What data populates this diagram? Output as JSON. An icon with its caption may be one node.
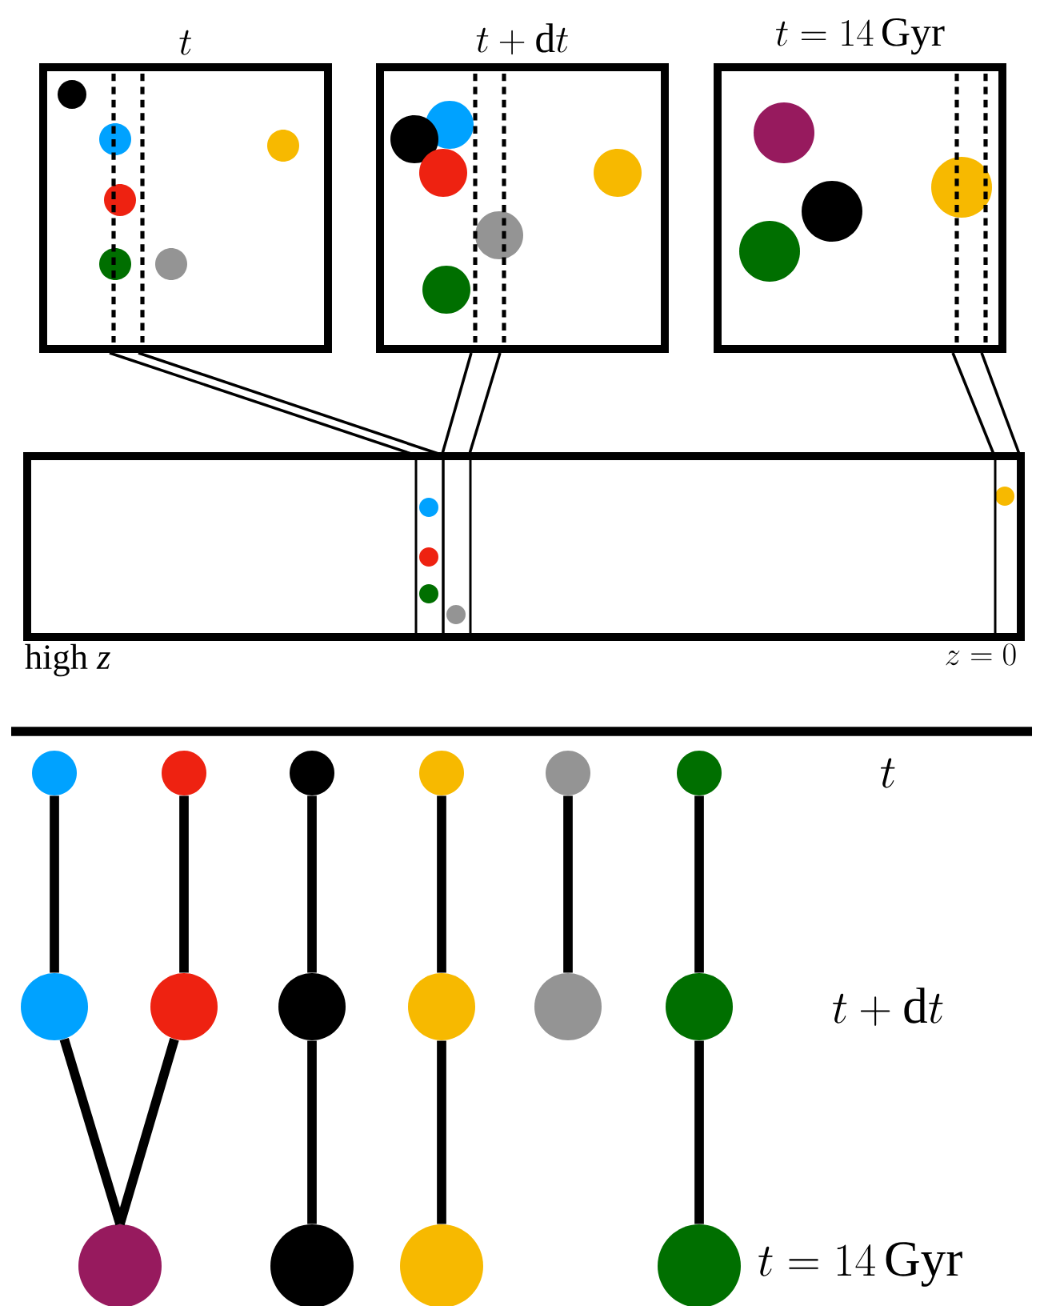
{
  "diagram": {
    "nodes": [
      {
        "text": [
          "t"
        ]
      },
      {
        "text": [
          "t + \\mathrm{d}t"
        ]
      },
      {
        "text": [
          "t = 14\\,\\mathrm{Gyr}"
        ]
      },
      {
        "text": [],
        "shape": "box",
        "beside": [
          "high *z*",
          "z = 0"
        ]
      },
      {
        "text": [],
        "shape": "box",
        "in": 3
      },
      {
        "text": [],
        "shape": "box",
        "in": 3
      },
      {
        "text": [],
        "shape": "box",
        "in": 3
      },
      {
        "text": [],
        "shape": "circle"
      },
      {
        "text": [],
        "shape": "circle"
      },
      {
        "text": [],
        "shape": "circle"
      },
      {
        "text": [],
        "shape": "circle"
      },
      {
        "text": [],
        "shape": "circle"
      },
      {
        "text": [],
        "shape": "circle"
      },
      {
        "text": [],
        "shape": "circle"
      },
      {
        "text": [],
        "shape": "circle"
      },
      {
        "text": [],
        "shape": "circle"
      },
      {
        "text": [],
        "shape": "circle"
      },
      {
        "text": [],
        "shape": "circle"
      },
      {
        "text": [],
        "shape": "circle"
      },
      {
        "text": [],
        "shape": "circle"
      },
      {
        "text": [],
        "shape": "circle"
      },
      {
        "text": [],
        "shape": "circle"
      },
      {
        "text": [],
        "shape": "circle",
        "beside": [
          "t = 14\\,\\mathrm{Gyr}"
        ]
      }
    ],
    "edges": [
      {
        "from": 0,
        "to": 4,
        "arrow": "none"
      },
      {
        "from": 0,
        "to": 4,
        "arrow": "none"
      },
      {
        "from": 1,
        "to": 5,
        "arrow": "none"
      },
      {
        "from": 1,
        "to": 5,
        "arrow": "none"
      },
      {
        "from": 2,
        "to": 6,
        "arrow": "none"
      },
      {
        "from": 2,
        "to": 6,
        "arrow": "none"
      },
      {
        "from": 7,
        "to": 13,
        "arrow": "none"
      },
      {
        "from": 8,
        "to": 14,
        "arrow": "none"
      },
      {
        "from": 9,
        "to": 15,
        "arrow": "none"
      },
      {
        "from": 10,
        "to": 16,
        "arrow": "none"
      },
      {
        "from": 11,
        "to": 17,
        "arrow": "none"
      },
      {
        "from": 12,
        "to": 18,
        "arrow": "none"
      },
      {
        "from": 13,
        "to": 19,
        "arrow": "none"
      },
      {
        "from": 14,
        "to": 19,
        "arrow": "none"
      },
      {
        "from": 15,
        "to": 20,
        "arrow": "none"
      },
      {
        "from": 16,
        "to": 21,
        "arrow": "none"
      },
      {
        "from": 18,
        "to": 22,
        "arrow": "none"
      }
    ],
    "labels": [
      "t",
      "t + \\mathrm{d}t"
    ]
  }
}
